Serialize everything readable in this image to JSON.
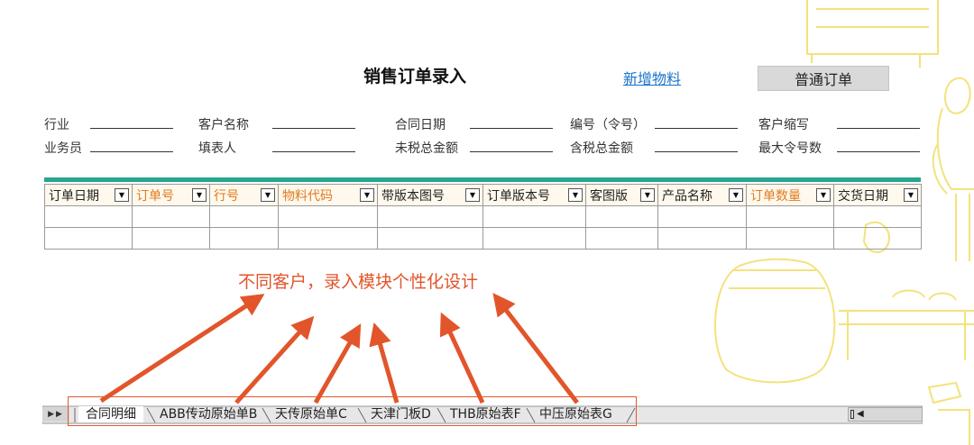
{
  "header": {
    "title": "销售订单录入",
    "new_material_link": "新增物料",
    "order_type_button": "普通订单"
  },
  "form": {
    "row1": [
      "行业",
      "客户名称",
      "合同日期",
      "编号（令号）",
      "客户缩写"
    ],
    "row2": [
      "业务员",
      "填表人",
      "未税总金额",
      "含税总金额",
      "最大令号数"
    ]
  },
  "table": {
    "columns": [
      {
        "label": "订单日期",
        "style": "dark"
      },
      {
        "label": "订单号",
        "style": "orange"
      },
      {
        "label": "行号",
        "style": "orange"
      },
      {
        "label": "物料代码",
        "style": "orange"
      },
      {
        "label": "带版本图号",
        "style": "dark"
      },
      {
        "label": "订单版本号",
        "style": "dark"
      },
      {
        "label": "客图版",
        "style": "dark"
      },
      {
        "label": "产品名称",
        "style": "dark"
      },
      {
        "label": "订单数量",
        "style": "orange"
      },
      {
        "label": "交货日期",
        "style": "dark"
      }
    ],
    "empty_rows": 2,
    "dropdown_icon": "chevron-down-icon"
  },
  "annotation": {
    "text": "不同客户，录入模块个性化设计",
    "color": "#e2552b"
  },
  "sheet_tabs": [
    "合同明细",
    "ABB传动原始单B",
    "天传原始单C",
    "天津门板D",
    "THB原始表F",
    "中压原始表G"
  ],
  "colors": {
    "accent_teal": "#26a58f",
    "orange_header": "#e07b1f",
    "link_blue": "#1a73c9",
    "annotation_red": "#e2552b"
  }
}
